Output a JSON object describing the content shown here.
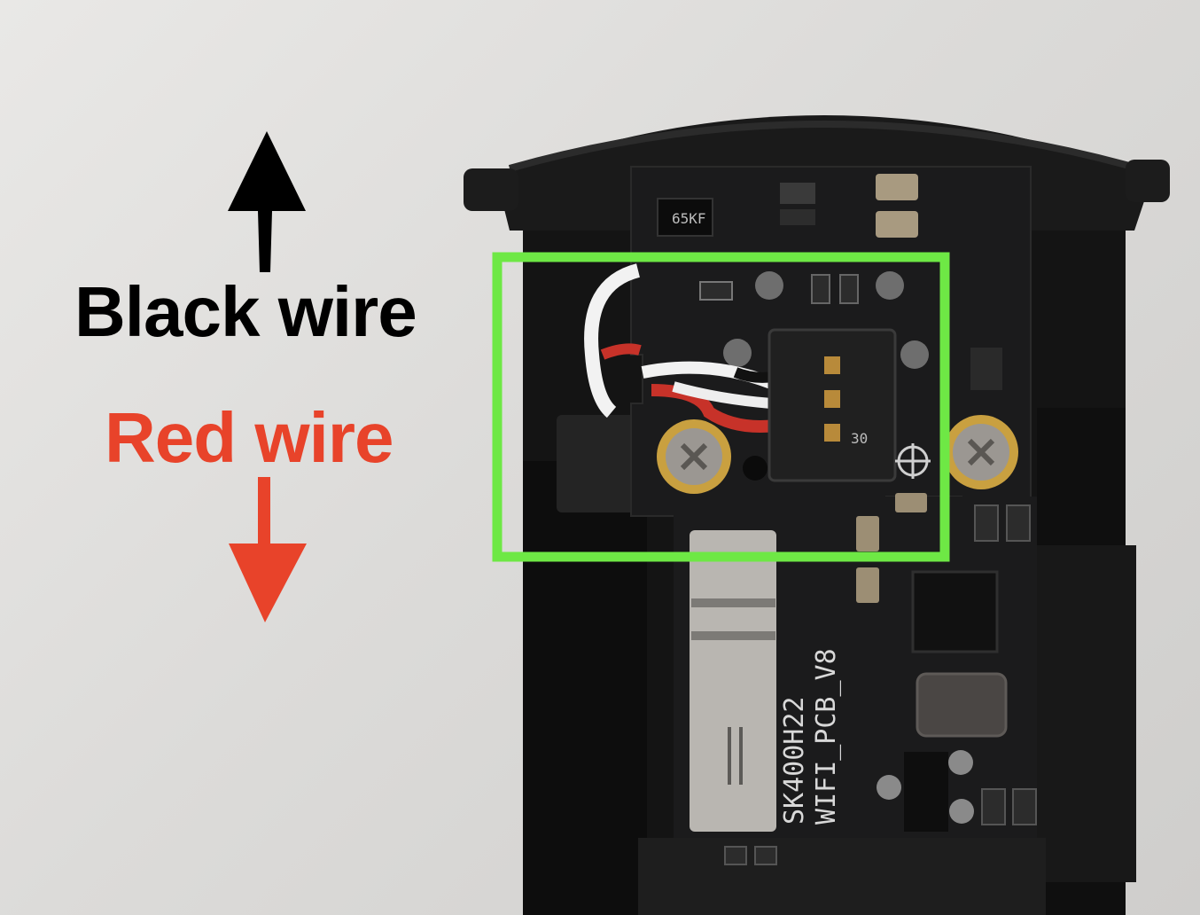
{
  "labels": {
    "black_wire": "Black wire",
    "red_wire": "Red wire"
  },
  "board": {
    "silkscreen_line1": "SK400H22",
    "silkscreen_line2": "WIFI_PCB_V8",
    "chip_marking": "65KF",
    "connector_pins": "30"
  },
  "colors": {
    "black_label": "#000000",
    "red_label": "#e8432a",
    "highlight_box": "#6ee845",
    "pcb": "#1b1b1c",
    "housing": "#121212",
    "background": "#dcdbd9"
  },
  "icons": {
    "up_arrow": "arrow-up-icon",
    "down_arrow": "arrow-down-icon"
  }
}
